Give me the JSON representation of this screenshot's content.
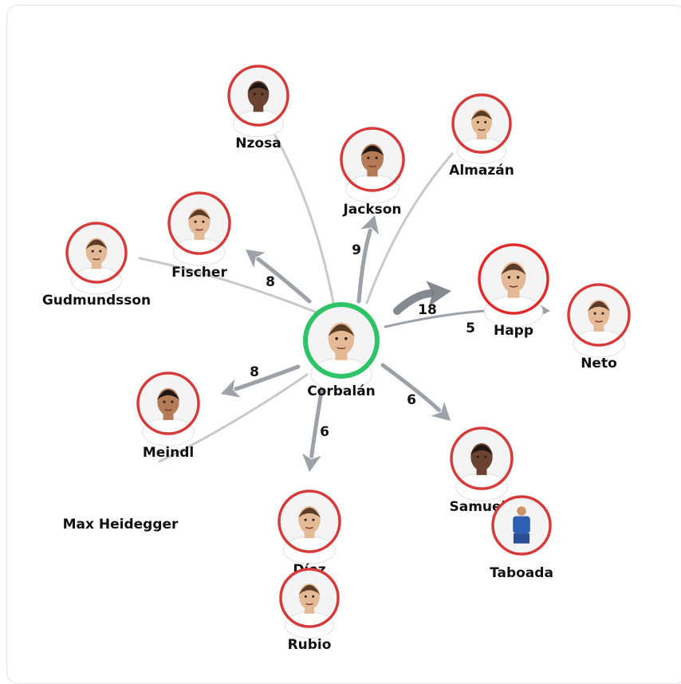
{
  "center": {
    "name": "Corbalán",
    "ring_color": "#2ec366"
  },
  "players": [
    {
      "id": "nzosa",
      "name": "Nzosa",
      "ring_color": "#d63b3b",
      "skin": "dark"
    },
    {
      "id": "jackson",
      "name": "Jackson",
      "ring_color": "#d63b3b",
      "skin": "mid"
    },
    {
      "id": "almazan",
      "name": "Almazán",
      "ring_color": "#d63b3b",
      "skin": "light"
    },
    {
      "id": "fischer",
      "name": "Fischer",
      "ring_color": "#d63b3b",
      "skin": "light"
    },
    {
      "id": "gudmundsson",
      "name": "Gudmundsson",
      "ring_color": "#d63b3b",
      "skin": "light"
    },
    {
      "id": "happ",
      "name": "Happ",
      "ring_color": "#e32a2a",
      "skin": "light"
    },
    {
      "id": "neto",
      "name": "Neto",
      "ring_color": "#d63b3b",
      "skin": "light"
    },
    {
      "id": "meindl",
      "name": "Meindl",
      "ring_color": "#d63b3b",
      "skin": "mid"
    },
    {
      "id": "samuels",
      "name": "Samuels",
      "ring_color": "#d63b3b",
      "skin": "dark"
    },
    {
      "id": "taboada",
      "name": "Taboada",
      "ring_color": "#d63b3b",
      "skin": "jersey"
    },
    {
      "id": "diez",
      "name": "Díez",
      "ring_color": "#d63b3b",
      "skin": "light"
    },
    {
      "id": "rubio",
      "name": "Rubio",
      "ring_color": "#d63b3b",
      "skin": "light"
    },
    {
      "id": "heidegger",
      "name": "Max Heidegger",
      "ring_color": "",
      "skin": "none"
    }
  ],
  "edges": [
    {
      "to": "happ",
      "label": "18",
      "direction": "out"
    },
    {
      "to": "jackson",
      "label": "9",
      "direction": "out"
    },
    {
      "to": "fischer",
      "label": "8",
      "direction": "out"
    },
    {
      "to": "meindl",
      "label": "8",
      "direction": "out"
    },
    {
      "to": "diez",
      "label": "6",
      "direction": "out"
    },
    {
      "to": "samuels",
      "label": "6",
      "direction": "out"
    },
    {
      "to": "neto",
      "label": "5",
      "direction": "out"
    },
    {
      "to": "nzosa",
      "label": "",
      "direction": "none"
    },
    {
      "to": "almazan",
      "label": "",
      "direction": "none"
    },
    {
      "to": "gudmundsson",
      "label": "",
      "direction": "none"
    },
    {
      "to": "heidegger",
      "label": "",
      "direction": "none"
    }
  ],
  "colors": {
    "edge": "#c9c9c9",
    "arrow": "#8c9299",
    "arrow_dark": "#6f757c"
  }
}
